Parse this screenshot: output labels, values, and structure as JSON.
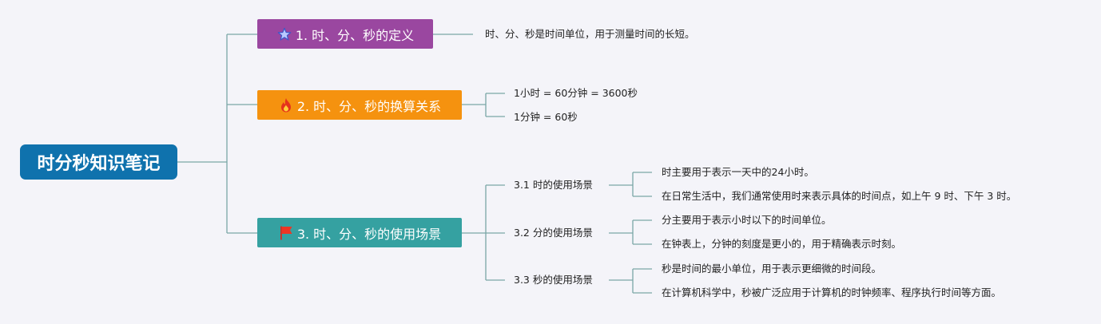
{
  "root": {
    "label": "时分秒知识笔记"
  },
  "topics": [
    {
      "label": "1. 时、分、秒的定义",
      "icon": "star-icon",
      "color": "#9a47a0"
    },
    {
      "label": "2. 时、分、秒的换算关系",
      "icon": "fire-icon",
      "color": "#f5920f"
    },
    {
      "label": "3. 时、分、秒的使用场景",
      "icon": "red-flag-icon",
      "color": "#35a1a1"
    }
  ],
  "definition": {
    "text": "时、分、秒是时间单位，用于测量时间的长短。"
  },
  "conversion": [
    {
      "text": "1小时 = 60分钟 = 3600秒"
    },
    {
      "text": "1分钟 = 60秒"
    }
  ],
  "scenarios": [
    {
      "label": "3.1 时的使用场景",
      "items": [
        "时主要用于表示一天中的24小时。",
        "在日常生活中，我们通常使用时来表示具体的时间点，如上午 9 时、下午 3 时。"
      ]
    },
    {
      "label": "3.2 分的使用场景",
      "items": [
        "分主要用于表示小时以下的时间单位。",
        "在钟表上，分钟的刻度是更小的，用于精确表示时刻。"
      ]
    },
    {
      "label": "3.3 秒的使用场景",
      "items": [
        "秒是时间的最小单位，用于表示更细微的时间段。",
        "在计算机科学中，秒被广泛应用于计算机的时钟频率、程序执行时间等方面。"
      ]
    }
  ],
  "colors": {
    "connector": "#7aa6a6",
    "root": "#0f72ad"
  }
}
